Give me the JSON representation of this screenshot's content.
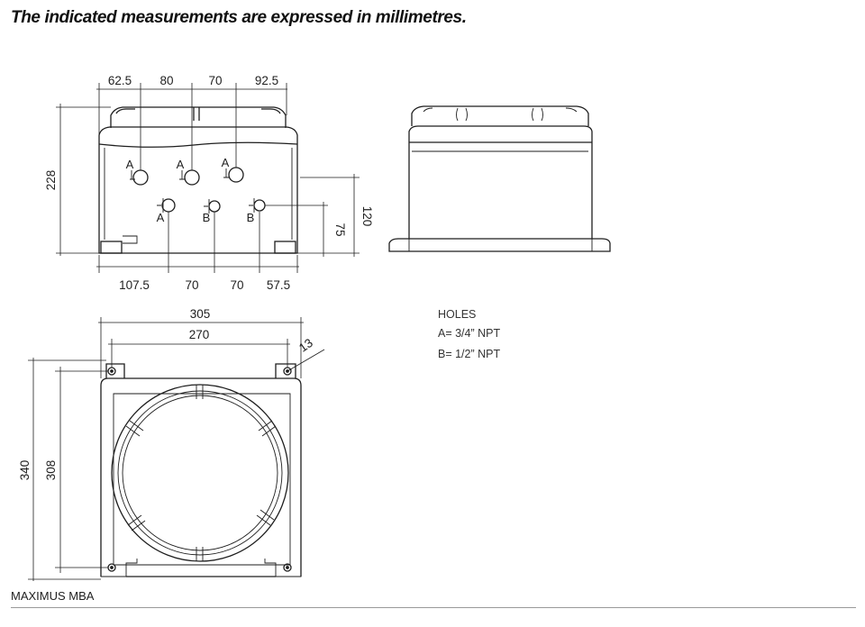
{
  "header": {
    "title": "The indicated measurements are expressed in millimetres."
  },
  "front_view": {
    "top_dims": [
      "62.5",
      "80",
      "70",
      "92.5"
    ],
    "bottom_dims": [
      "107.5",
      "70",
      "70",
      "57.5"
    ],
    "height_dim": "228",
    "right_dims": [
      "75",
      "120"
    ],
    "hole_labels": [
      "A",
      "A",
      "A",
      "A",
      "B",
      "B"
    ]
  },
  "plan_view": {
    "outer_width": "305",
    "inner_width": "270",
    "outer_height": "340",
    "inner_height": "308",
    "mount_hole": "13"
  },
  "holes_legend": {
    "heading": "HOLES",
    "a": "A= 3/4” NPT",
    "b": "B= 1/2” NPT"
  },
  "footer": {
    "model": "MAXIMUS MBA"
  },
  "colors": {
    "line": "#1e1e1e",
    "body_fill": "#ffffff"
  }
}
